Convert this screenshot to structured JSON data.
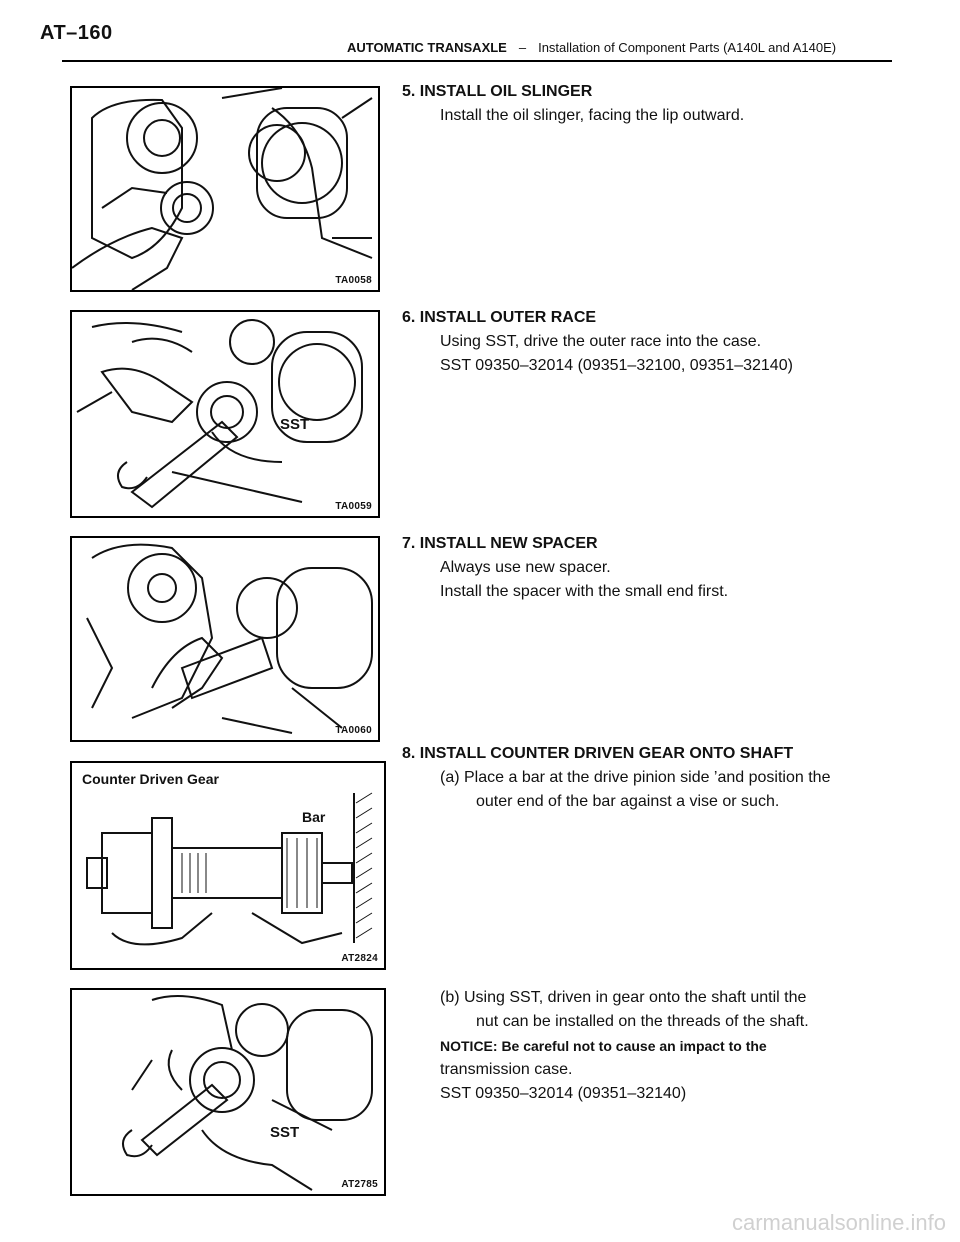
{
  "header": {
    "page_code": "AT–160",
    "section": "AUTOMATIC TRANSAXLE",
    "separator": "–",
    "subsection": "Installation of Component Parts (A140L and A140E)"
  },
  "figures": [
    {
      "code": "TA0058",
      "labels": []
    },
    {
      "code": "TA0059",
      "labels": [
        "SST"
      ]
    },
    {
      "code": "TA0060",
      "labels": []
    },
    {
      "code": "AT2824",
      "labels": [
        "Counter Driven Gear",
        "Bar"
      ]
    },
    {
      "code": "AT2785",
      "labels": [
        "SST"
      ]
    }
  ],
  "steps": {
    "s5": {
      "title": "5. INSTALL OIL SLINGER",
      "lines": [
        "Install the oil slinger, facing the lip outward."
      ]
    },
    "s6": {
      "title": "6. INSTALL OUTER RACE",
      "lines": [
        "Using SST, drive the outer race into the case.",
        "SST  09350–32014  (09351–32100,  09351–32140)"
      ]
    },
    "s7": {
      "title": "7. INSTALL NEW SPACER",
      "lines": [
        "Always use new spacer.",
        "Install the spacer with the small end first."
      ]
    },
    "s8": {
      "title": "8. INSTALL COUNTER DRIVEN GEAR ONTO SHAFT",
      "a_line1": "(a) Place a bar at the drive pinion side ’and position the",
      "a_line2": "outer end of the bar against a vise or such.",
      "b_line1": "(b) Using SST, driven in gear onto the shaft until the",
      "b_line2": "nut can be installed on the threads of the shaft.",
      "notice": "NOTICE: Be careful not to cause an impact to the",
      "notice_cont": "transmission case.",
      "sst": "SST  09350–32014  (09351–32140)"
    }
  },
  "watermark": "carmanualsonline.info"
}
